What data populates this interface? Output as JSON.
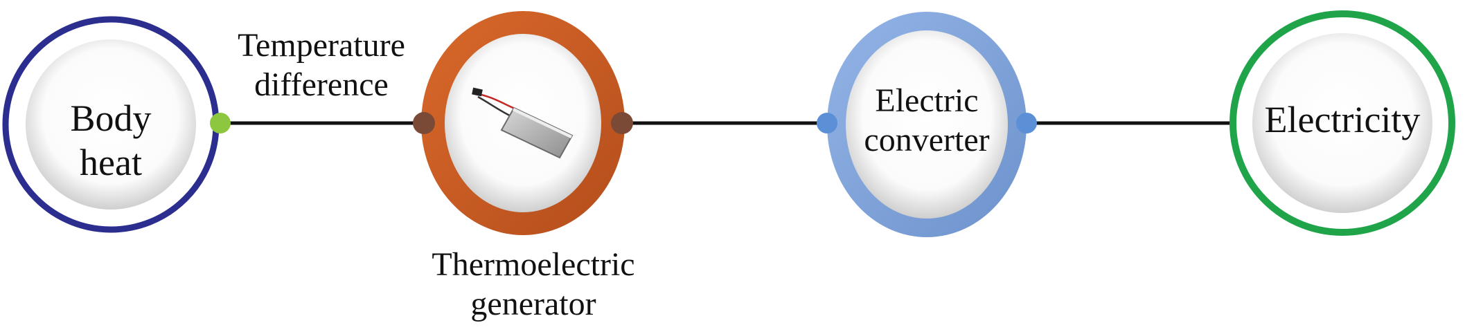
{
  "nodes": {
    "body_heat": {
      "label": "Body\nheat",
      "ring_color": "#2b2e8f"
    },
    "thermoelectric_generator": {
      "label": "Thermoelectric\ngenerator",
      "ring_color": "#c65a24"
    },
    "electric_converter": {
      "label": "Electric\nconverter",
      "ring_color": "#7ea1d8"
    },
    "electricity": {
      "label": "Electricity",
      "ring_color": "#1fa44a"
    }
  },
  "edges": {
    "temperature_difference": {
      "label": "Temperature\ndifference"
    }
  },
  "connector_colors": {
    "body_heat_out": "#8dc63f",
    "teg_ports": "#7a4a36",
    "converter_ports": "#5b8fd6",
    "line": "#111111"
  },
  "icons": {
    "teg_device": "thermoelectric-module-icon"
  }
}
